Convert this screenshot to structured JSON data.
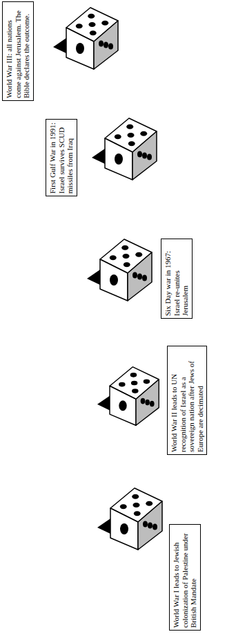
{
  "diagram": {
    "nodes": [
      {
        "text": [
          "World War I leads to Jewish colonization of Palestine under British Mandate"
        ]
      },
      {
        "text": [
          "World War II leads to UN recognition of Israel as a sovereign nation after Jews of Europe are decimated"
        ]
      },
      {
        "text": [
          "Six Day war in 1967: Israel re-unites Jerusalem"
        ]
      },
      {
        "text": [
          "First Gulf War in 1991: Israel survives SCUD missiles from Iraq"
        ]
      },
      {
        "text": [
          "World War III: all nations come against Jerusalem. The Bible declares the outcome."
        ]
      }
    ]
  }
}
